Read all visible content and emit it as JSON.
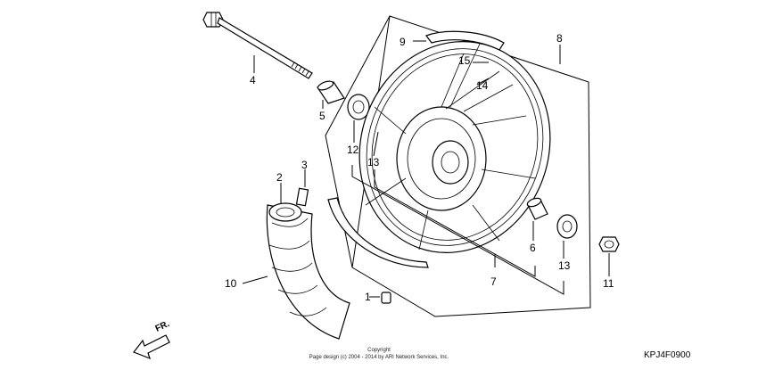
{
  "callouts": {
    "p1": "1",
    "p2": "2",
    "p3": "3",
    "p4": "4",
    "p5": "5",
    "p6": "6",
    "p7": "7",
    "p8": "8",
    "p9": "9",
    "p10": "10",
    "p11": "11",
    "p12": "12",
    "p13a": "13",
    "p13b": "13",
    "p14": "14",
    "p15": "15"
  },
  "footer": {
    "copyright_line1": "Copyright",
    "copyright_line2": "Page design (c) 2004 - 2014 by ARI Network Services, Inc.",
    "diagram_code": "KPJ4F0900"
  },
  "direction_label": "FR."
}
